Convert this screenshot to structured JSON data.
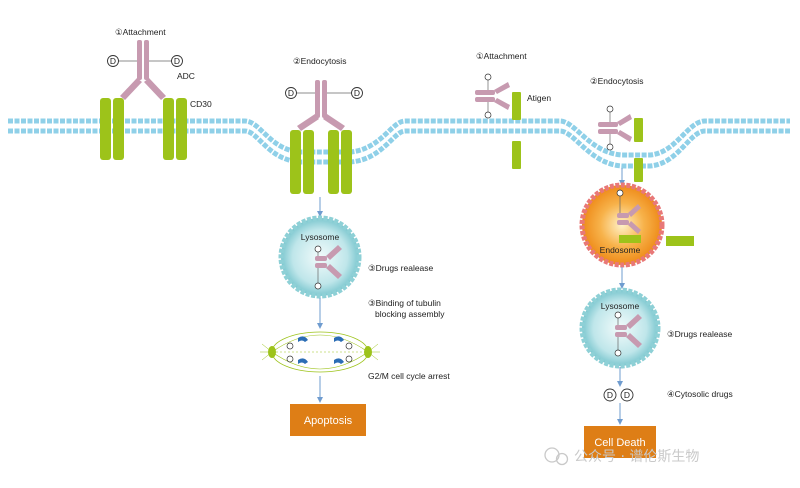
{
  "colors": {
    "membrane": "#8fd0e8",
    "receptor": "#9dc31a",
    "antibody": "#c79ab0",
    "lysosome": "#8ed0d6",
    "endosome": "#f39a2a",
    "box": "#de7e16",
    "arrow": "#6f9ccf"
  },
  "left_pathway": {
    "attachment": "①Attachment",
    "adc": "ADC",
    "cd30": "CD30",
    "drug_d": "D",
    "endocytosis": "②Endocytosis",
    "lysosome": "Lysosome",
    "drugs_release": "③Drugs realease",
    "binding_line1": "③Binding of tubulin",
    "binding_line2": "blocking assembly",
    "cycle_arrest": "G2/M cell cycle arrest",
    "apoptosis": "Apoptosis"
  },
  "right_pathway": {
    "attachment": "①Attachment",
    "antigen": "Atigen",
    "endocytosis": "②Endocytosis",
    "endosome": "Endosome",
    "lysosome": "Lysosome",
    "drugs_release": "③Drugs realease",
    "cytosolic": "④Cytosolic drugs",
    "cell_death": "Cell Death",
    "drug_d": "D"
  },
  "watermark": "公众号 · 谱伦斯生物"
}
